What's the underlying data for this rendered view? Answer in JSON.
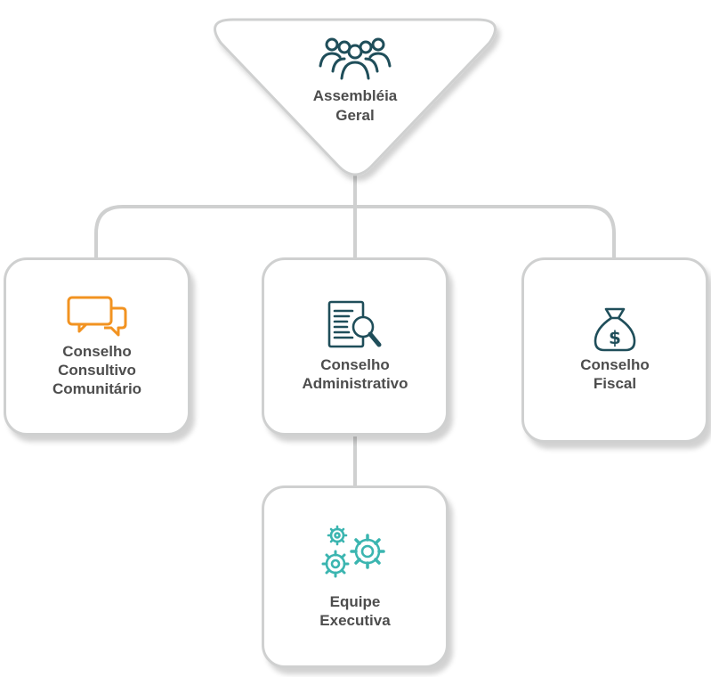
{
  "diagram": {
    "top_node": {
      "lines": [
        "Assembléia",
        "Geral"
      ],
      "icon": "group-people-icon",
      "icon_color": "#1f4e5a"
    },
    "nodes": [
      {
        "id": "conselho-consultivo",
        "lines": [
          "Conselho",
          "Consultivo",
          "Comunitário"
        ],
        "icon": "chat-bubbles-icon",
        "icon_color": "#f29321"
      },
      {
        "id": "conselho-administrativo",
        "lines": [
          "Conselho",
          "Administrativo"
        ],
        "icon": "document-search-icon",
        "icon_color": "#1f4e5a"
      },
      {
        "id": "conselho-fiscal",
        "lines": [
          "Conselho",
          "Fiscal"
        ],
        "icon": "money-bag-icon",
        "icon_color": "#1f4e5a"
      },
      {
        "id": "equipe-executiva",
        "lines": [
          "Equipe",
          "Executiva"
        ],
        "icon": "gears-icon",
        "icon_color": "#3bb5b0"
      }
    ],
    "connector_color": "#cfd0d0",
    "label_color": "#4d4d4d"
  }
}
